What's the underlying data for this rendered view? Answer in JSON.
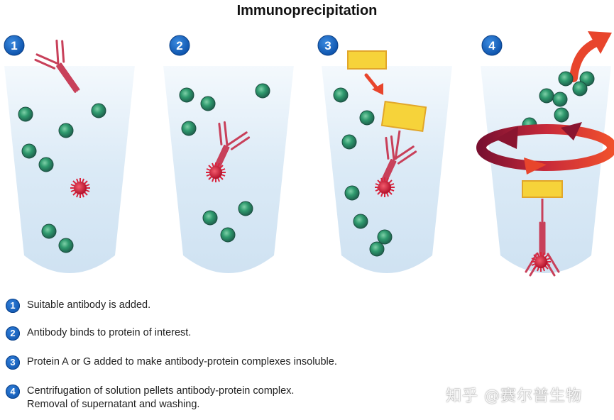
{
  "title": "Immunoprecipitation",
  "steps": [
    {
      "number": "1",
      "lines": [
        "Suitable antibody is added."
      ]
    },
    {
      "number": "2",
      "lines": [
        "Antibody binds to protein of interest."
      ]
    },
    {
      "number": "3",
      "lines": [
        "Protein A or G added to make antibody-protein complexes insoluble."
      ]
    },
    {
      "number": "4",
      "lines": [
        "Centrifugation of solution pellets antibody-protein complex.",
        "Removal of supernatant and washing."
      ]
    }
  ],
  "watermark": "知乎 @赛尔普生物",
  "colors": {
    "tube_fill": "#dcebf7",
    "antibody": "#c8405a",
    "protein_green": "#2f9a6e",
    "target_protein": "#d9233c",
    "protein_ag": "#f6d33a",
    "arrow_red": "#e8452c",
    "step_badge": "#0a5bb8"
  }
}
